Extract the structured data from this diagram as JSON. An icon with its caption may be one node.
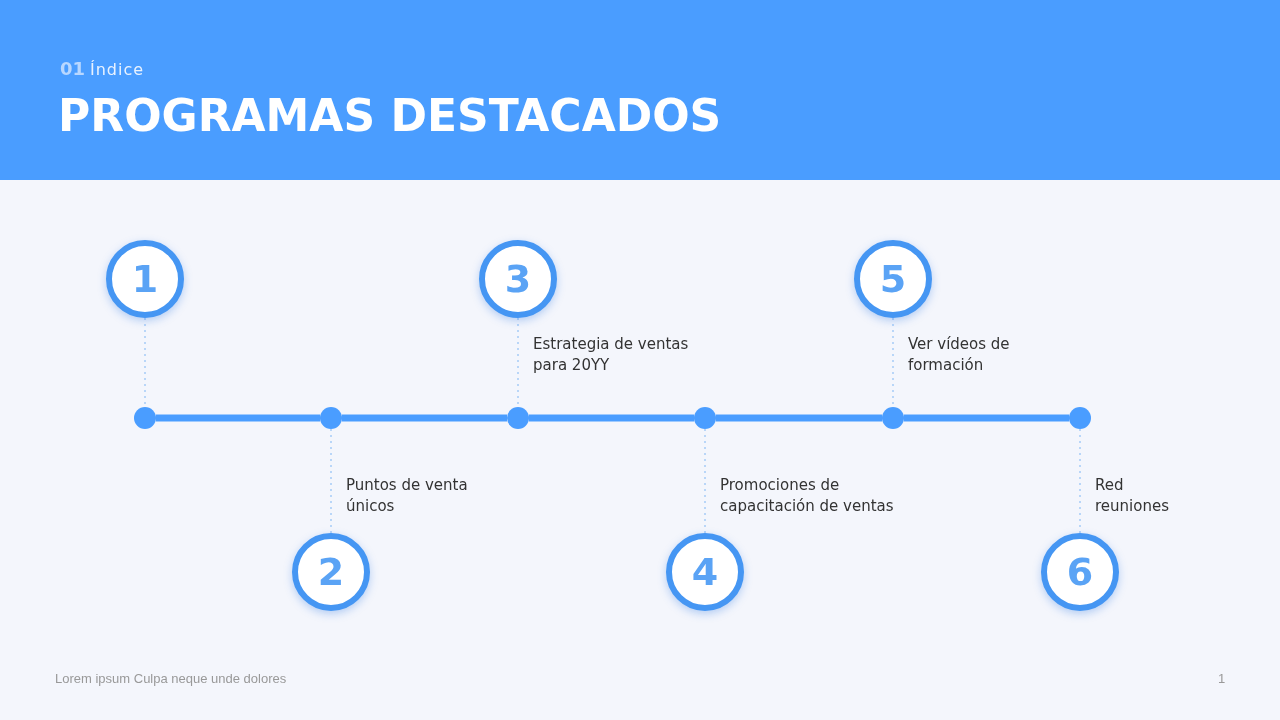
{
  "diagram": {
    "title": "PROGRAMAS DESTACADOS",
    "nodes": [
      {
        "text": [
          "1"
        ]
      },
      {
        "text": [
          "2"
        ],
        "beside": [
          "Puntos de venta únicos"
        ]
      },
      {
        "text": [
          "3"
        ],
        "beside": [
          "Estrategia de ventas para 20YY"
        ]
      },
      {
        "text": [
          "4"
        ],
        "beside": [
          "Promociones de capacitación de ventas"
        ]
      },
      {
        "text": [
          "5"
        ],
        "beside": [
          "Ver vídeos de formación"
        ]
      },
      {
        "text": [
          "6"
        ],
        "beside": [
          "Red reuniones"
        ]
      },
      {
        "text": [],
        "shape": "circle"
      },
      {
        "text": [],
        "shape": "circle"
      },
      {
        "text": [],
        "shape": "circle"
      },
      {
        "text": [],
        "shape": "circle"
      },
      {
        "text": [],
        "shape": "circle"
      },
      {
        "text": [],
        "shape": "circle"
      }
    ],
    "edges": [
      {
        "from": 6,
        "to": 7,
        "arrow": "none",
        "style": "thick",
        "color": "#4a9dff"
      },
      {
        "from": 7,
        "to": 8,
        "arrow": "none",
        "style": "thick",
        "color": "#4a9dff"
      },
      {
        "from": 8,
        "to": 9,
        "arrow": "none",
        "style": "thick",
        "color": "#4a9dff"
      },
      {
        "from": 9,
        "to": 10,
        "arrow": "none",
        "style": "thick",
        "color": "#4a9dff"
      },
      {
        "from": 10,
        "to": 11,
        "arrow": "none",
        "style": "thick",
        "color": "#4a9dff"
      },
      {
        "from": 0,
        "to": 6,
        "arrow": "none",
        "style": "dashed"
      },
      {
        "from": 1,
        "to": 7,
        "arrow": "none",
        "style": "dashed"
      },
      {
        "from": 2,
        "to": 8,
        "arrow": "none",
        "style": "dashed"
      },
      {
        "from": 3,
        "to": 9,
        "arrow": "none",
        "style": "dashed"
      },
      {
        "from": 4,
        "to": 10,
        "arrow": "none",
        "style": "dashed"
      },
      {
        "from": 5,
        "to": 11,
        "arrow": "none",
        "style": "dashed"
      }
    ],
    "labels": [
      "01",
      "Índice",
      "Lorem ipsum Culpa neque unde dolores",
      "1"
    ]
  }
}
